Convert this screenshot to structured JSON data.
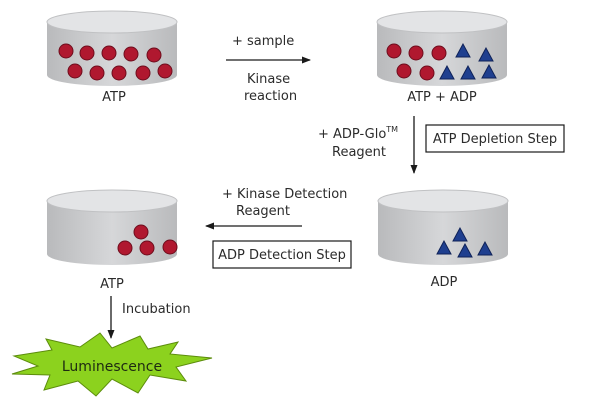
{
  "steps": {
    "kinase": {
      "line1": "+ sample",
      "line2": "Kinase",
      "line3": "reaction"
    },
    "depletion": {
      "reagent_prefix": "+ ADP-Glo",
      "reagent_tm": "TM",
      "reagent_line2": "Reagent",
      "box": "ATP Depletion Step"
    },
    "detection": {
      "reagent_line1": "+ Kinase Detection",
      "reagent_line2": "Reagent",
      "box": "ADP Detection Step"
    },
    "incubation": "Incubation"
  },
  "wells": {
    "w1": "ATP",
    "w2": "ATP + ADP",
    "w3": "ADP",
    "w4": "ATP"
  },
  "output": "Luminescence",
  "colors": {
    "atp_circle": "#b0182f",
    "adp_triangle": "#1f3f8f",
    "well_body": "#c9cacc",
    "well_top": "#e3e4e6",
    "burst": "#8cd21e",
    "arrow": "#1a1a1a"
  },
  "icons": {
    "atp": "red-circle",
    "adp": "blue-triangle",
    "output": "green-starburst"
  }
}
